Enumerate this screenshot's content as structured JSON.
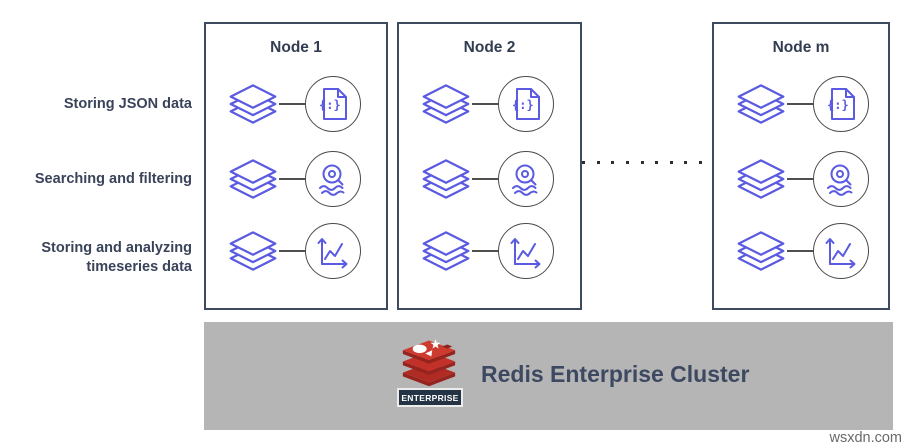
{
  "left_labels": {
    "json": "Storing JSON data",
    "search": "Searching and filtering",
    "timeseries_line1": "Storing and analyzing",
    "timeseries_line2": "timeseries data"
  },
  "nodes": [
    {
      "title": "Node 1"
    },
    {
      "title": "Node 2"
    },
    {
      "title": "Node m"
    }
  ],
  "ellipsis": {
    "count": 9
  },
  "cluster_bar": {
    "title": "Redis Enterprise Cluster",
    "badge_label": "ENTERPRISE"
  },
  "icons": {
    "stack": "database-shard-stack-icon",
    "row1": "json-document-icon",
    "row2": "search-filter-icon",
    "row3": "timeseries-chart-icon",
    "json_braces": "{:}"
  },
  "watermark": {
    "text": "wsxdn.com"
  },
  "colors": {
    "icon_indigo": "#5a5be0",
    "box_border": "#3e4a5f",
    "circle_border": "#4a4a4a",
    "label_text": "#39435a",
    "bar_gray": "#b5b5b5",
    "cluster_text": "#3d4961",
    "redis_red": "#c6302b",
    "redis_red_dark": "#96241e",
    "badge_bg": "#243444"
  }
}
